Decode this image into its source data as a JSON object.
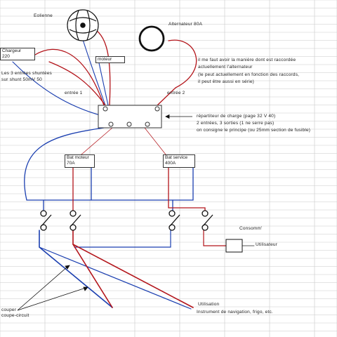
{
  "labels": {
    "eolienne": "Eolienne",
    "alternator": "Alternateur 80A",
    "charger": "Chargeur 220",
    "contactor": "moteur",
    "shunt_note_1": "Les 3 entrées shuntées",
    "shunt_note_2": "sur shunt 50mV 50",
    "input_1": "entrée 1",
    "input_2": "entrée 2",
    "explain_1": "il me faut avoir la manière dont est raccordée",
    "explain_2": "actuellement l'alternateur",
    "explain_3": "(le peut actuellement en fonction des raccords,",
    "explain_4": "il peut être aussi en série)",
    "repartitor_1": "répartiteur de charge (page 32 V 40)",
    "repartitor_2": "2 entrées, 3 sorties (1 ne serre pas)",
    "repartitor_3": "on consigne le principe (ou 25mm section de fusible)",
    "battery_engine_1": "Bat moteur",
    "battery_engine_2": "70A",
    "battery_service_1": "Bat service",
    "battery_service_2": "400A",
    "consumer_1": "Consomm'",
    "consumer_2": "Utilisateur",
    "cut_1": "couper",
    "cut_2": "coupe-circuit",
    "utilisation": "Utilisation",
    "instrument": "Instrument de navigation, frigo, etc."
  }
}
